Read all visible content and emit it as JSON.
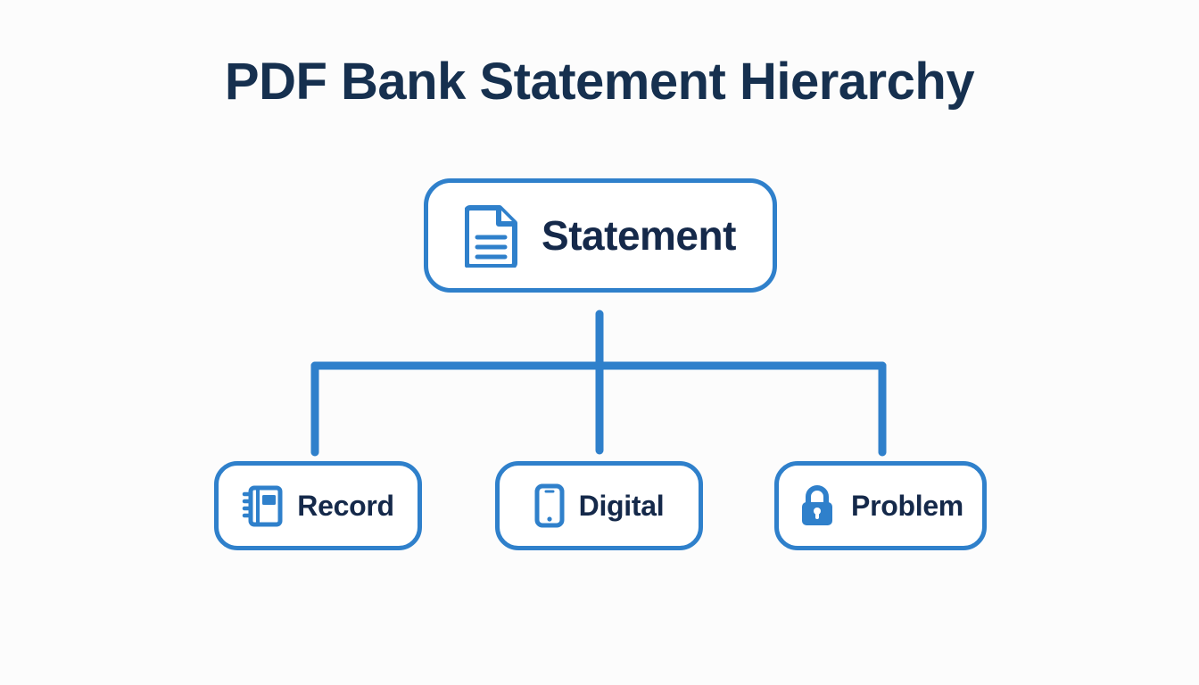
{
  "title": "PDF Bank Statement Hierarchy",
  "theme": {
    "background": "#fcfcfc",
    "accent_blue": "#2f80cb",
    "text_navy": "#15294a",
    "title_navy": "#16304f",
    "node_fill": "#ffffff"
  },
  "diagram": {
    "type": "hierarchy",
    "root": {
      "label": "Statement",
      "icon": "document-icon"
    },
    "children": [
      {
        "label": "Record",
        "icon": "notebook-icon"
      },
      {
        "label": "Digital",
        "icon": "smartphone-icon"
      },
      {
        "label": "Problem",
        "icon": "lock-icon"
      }
    ]
  }
}
